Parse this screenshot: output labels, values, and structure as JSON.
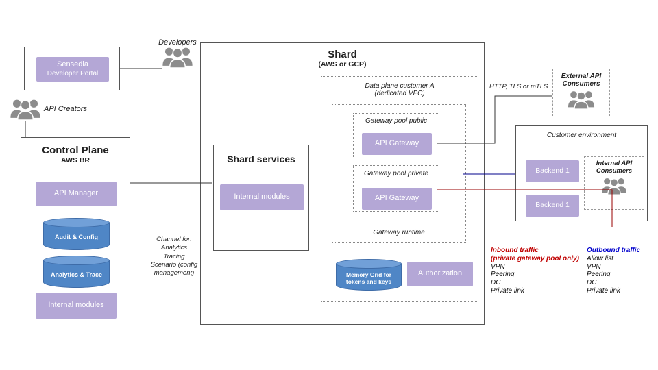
{
  "colors": {
    "node_purple": "#b4a7d6",
    "cylinder_blue": "#4f86c6",
    "inbound_red": "#c00000",
    "outbound_blue": "#0000cc",
    "icon_gray": "#8c8c8c"
  },
  "portal": {
    "name_line1": "Sensedia",
    "name_line2": "Developer Portal"
  },
  "actors": {
    "developers": "Developers",
    "api_creators": "API Creators"
  },
  "control_plane": {
    "title": "Control Plane",
    "subtitle": "AWS BR",
    "api_manager": "API Manager",
    "audit_config": "Audit & Config",
    "analytics_trace": "Analytics & Trace",
    "internal_modules": "Internal modules"
  },
  "shard_services": {
    "title": "Shard services",
    "internal_modules": "Internal modules"
  },
  "channel_note": [
    "Channel for:",
    "Analytics",
    "Tracing",
    "Scenario (config",
    "management)"
  ],
  "shard": {
    "title": "Shard",
    "subtitle": "(AWS or GCP)",
    "data_plane": [
      "Data plane customer A",
      "(dedicated VPC)"
    ],
    "pool_public_label": "Gateway pool public",
    "pool_public_node": "API Gateway",
    "pool_private_label": "Gateway pool private",
    "pool_private_node": "API Gateway",
    "runtime_label": "Gateway runtime",
    "memory_grid": [
      "Memory Grid for",
      "tokens and keys"
    ],
    "authorization": "Authorization"
  },
  "labels": {
    "http": "HTTP, TLS or mTLS"
  },
  "external_consumers": [
    "External API",
    "Consumers"
  ],
  "customer_env": {
    "title": "Customer environment",
    "backend_a": "Backend 1",
    "backend_b": "Backend 1",
    "internal_consumers": [
      "Internal API",
      "Consumers"
    ]
  },
  "inbound": {
    "title": [
      "Inbound traffic",
      "(private gateway pool only)"
    ],
    "items": [
      "VPN",
      "Peering",
      "DC",
      "Private link"
    ]
  },
  "outbound": {
    "title": "Outbound traffic",
    "items": [
      "Allow list",
      "VPN",
      "Peering",
      "DC",
      "Private link"
    ]
  }
}
